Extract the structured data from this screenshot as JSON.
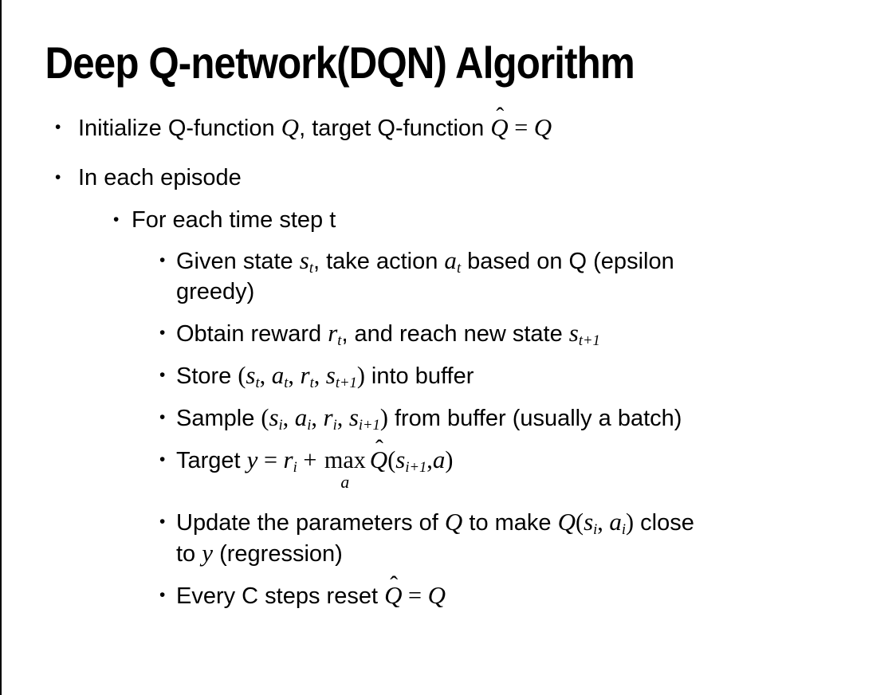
{
  "slide": {
    "title": "Deep Q-network(DQN) Algorithm"
  },
  "colors": {
    "background": "#ffffff",
    "text": "#000000",
    "left_border": "#000000"
  },
  "bullet_marker": "•",
  "hat_mark": "ˆ",
  "bullets": [
    {
      "level": 1,
      "extra_class": "gap-lg",
      "segments": [
        {
          "t": "t",
          "v": "Initialize Q-function "
        },
        {
          "t": "m",
          "v": "Q"
        },
        {
          "t": "t",
          "v": ", target Q-function "
        },
        {
          "t": "h",
          "v": "Q"
        },
        {
          "t": "p",
          "v": " = "
        },
        {
          "t": "m",
          "v": "Q"
        }
      ]
    },
    {
      "level": 1,
      "segments": [
        {
          "t": "t",
          "v": "In each episode"
        }
      ]
    },
    {
      "level": 2,
      "segments": [
        {
          "t": "t",
          "v": "For each time step t"
        }
      ]
    },
    {
      "level": 3,
      "segments": [
        {
          "t": "t",
          "v": "Given state "
        },
        {
          "t": "m",
          "v": "s"
        },
        {
          "t": "s",
          "v": "t"
        },
        {
          "t": "t",
          "v": ", take action "
        },
        {
          "t": "m",
          "v": "a"
        },
        {
          "t": "s",
          "v": "t"
        },
        {
          "t": "t",
          "v": " based on Q (epsilon"
        },
        {
          "t": "br"
        },
        {
          "t": "t",
          "v": "greedy)"
        }
      ]
    },
    {
      "level": 3,
      "segments": [
        {
          "t": "t",
          "v": "Obtain reward "
        },
        {
          "t": "m",
          "v": "r"
        },
        {
          "t": "s",
          "v": "t"
        },
        {
          "t": "t",
          "v": ", and reach new state "
        },
        {
          "t": "m",
          "v": "s"
        },
        {
          "t": "s",
          "v": "t+1"
        }
      ]
    },
    {
      "level": 3,
      "segments": [
        {
          "t": "t",
          "v": "Store "
        },
        {
          "t": "p",
          "v": "("
        },
        {
          "t": "m",
          "v": "s"
        },
        {
          "t": "s",
          "v": "t"
        },
        {
          "t": "p",
          "v": ", "
        },
        {
          "t": "m",
          "v": "a"
        },
        {
          "t": "s",
          "v": "t"
        },
        {
          "t": "p",
          "v": ", "
        },
        {
          "t": "m",
          "v": "r"
        },
        {
          "t": "s",
          "v": "t"
        },
        {
          "t": "p",
          "v": ", "
        },
        {
          "t": "m",
          "v": "s"
        },
        {
          "t": "s",
          "v": "t+1"
        },
        {
          "t": "p",
          "v": ")"
        },
        {
          "t": "t",
          "v": " into buffer"
        }
      ]
    },
    {
      "level": 3,
      "segments": [
        {
          "t": "t",
          "v": "Sample "
        },
        {
          "t": "p",
          "v": "("
        },
        {
          "t": "m",
          "v": "s"
        },
        {
          "t": "s",
          "v": "i"
        },
        {
          "t": "p",
          "v": ", "
        },
        {
          "t": "m",
          "v": "a"
        },
        {
          "t": "s",
          "v": "i"
        },
        {
          "t": "p",
          "v": ", "
        },
        {
          "t": "m",
          "v": "r"
        },
        {
          "t": "s",
          "v": "i"
        },
        {
          "t": "p",
          "v": ", "
        },
        {
          "t": "m",
          "v": "s"
        },
        {
          "t": "s",
          "v": "i+1"
        },
        {
          "t": "p",
          "v": ")"
        },
        {
          "t": "t",
          "v": " from buffer (usually a batch)"
        }
      ]
    },
    {
      "level": 3,
      "extra_class": "has-understack",
      "segments": [
        {
          "t": "t",
          "v": "Target "
        },
        {
          "t": "m",
          "v": "y"
        },
        {
          "t": "p",
          "v": " = "
        },
        {
          "t": "m",
          "v": "r"
        },
        {
          "t": "s",
          "v": "i"
        },
        {
          "t": "p",
          "v": " + "
        },
        {
          "t": "max",
          "top": "max",
          "bottom": "a"
        },
        {
          "t": "h",
          "v": "Q"
        },
        {
          "t": "p",
          "v": "("
        },
        {
          "t": "m",
          "v": "s"
        },
        {
          "t": "s",
          "v": "i+1"
        },
        {
          "t": "p",
          "v": ","
        },
        {
          "t": "m",
          "v": "a"
        },
        {
          "t": "p",
          "v": ")"
        }
      ]
    },
    {
      "level": 3,
      "segments": [
        {
          "t": "t",
          "v": "Update the parameters of "
        },
        {
          "t": "m",
          "v": "Q"
        },
        {
          "t": "t",
          "v": " to make "
        },
        {
          "t": "m",
          "v": "Q"
        },
        {
          "t": "p",
          "v": "("
        },
        {
          "t": "m",
          "v": "s"
        },
        {
          "t": "s",
          "v": "i"
        },
        {
          "t": "p",
          "v": ", "
        },
        {
          "t": "m",
          "v": "a"
        },
        {
          "t": "s",
          "v": "i"
        },
        {
          "t": "p",
          "v": ")"
        },
        {
          "t": "t",
          "v": " close"
        },
        {
          "t": "br"
        },
        {
          "t": "t",
          "v": "to "
        },
        {
          "t": "m",
          "v": "y"
        },
        {
          "t": "t",
          "v": " (regression)"
        }
      ]
    },
    {
      "level": 3,
      "segments": [
        {
          "t": "t",
          "v": "Every C steps reset "
        },
        {
          "t": "h",
          "v": "Q"
        },
        {
          "t": "p",
          "v": " = "
        },
        {
          "t": "m",
          "v": "Q"
        }
      ]
    }
  ]
}
